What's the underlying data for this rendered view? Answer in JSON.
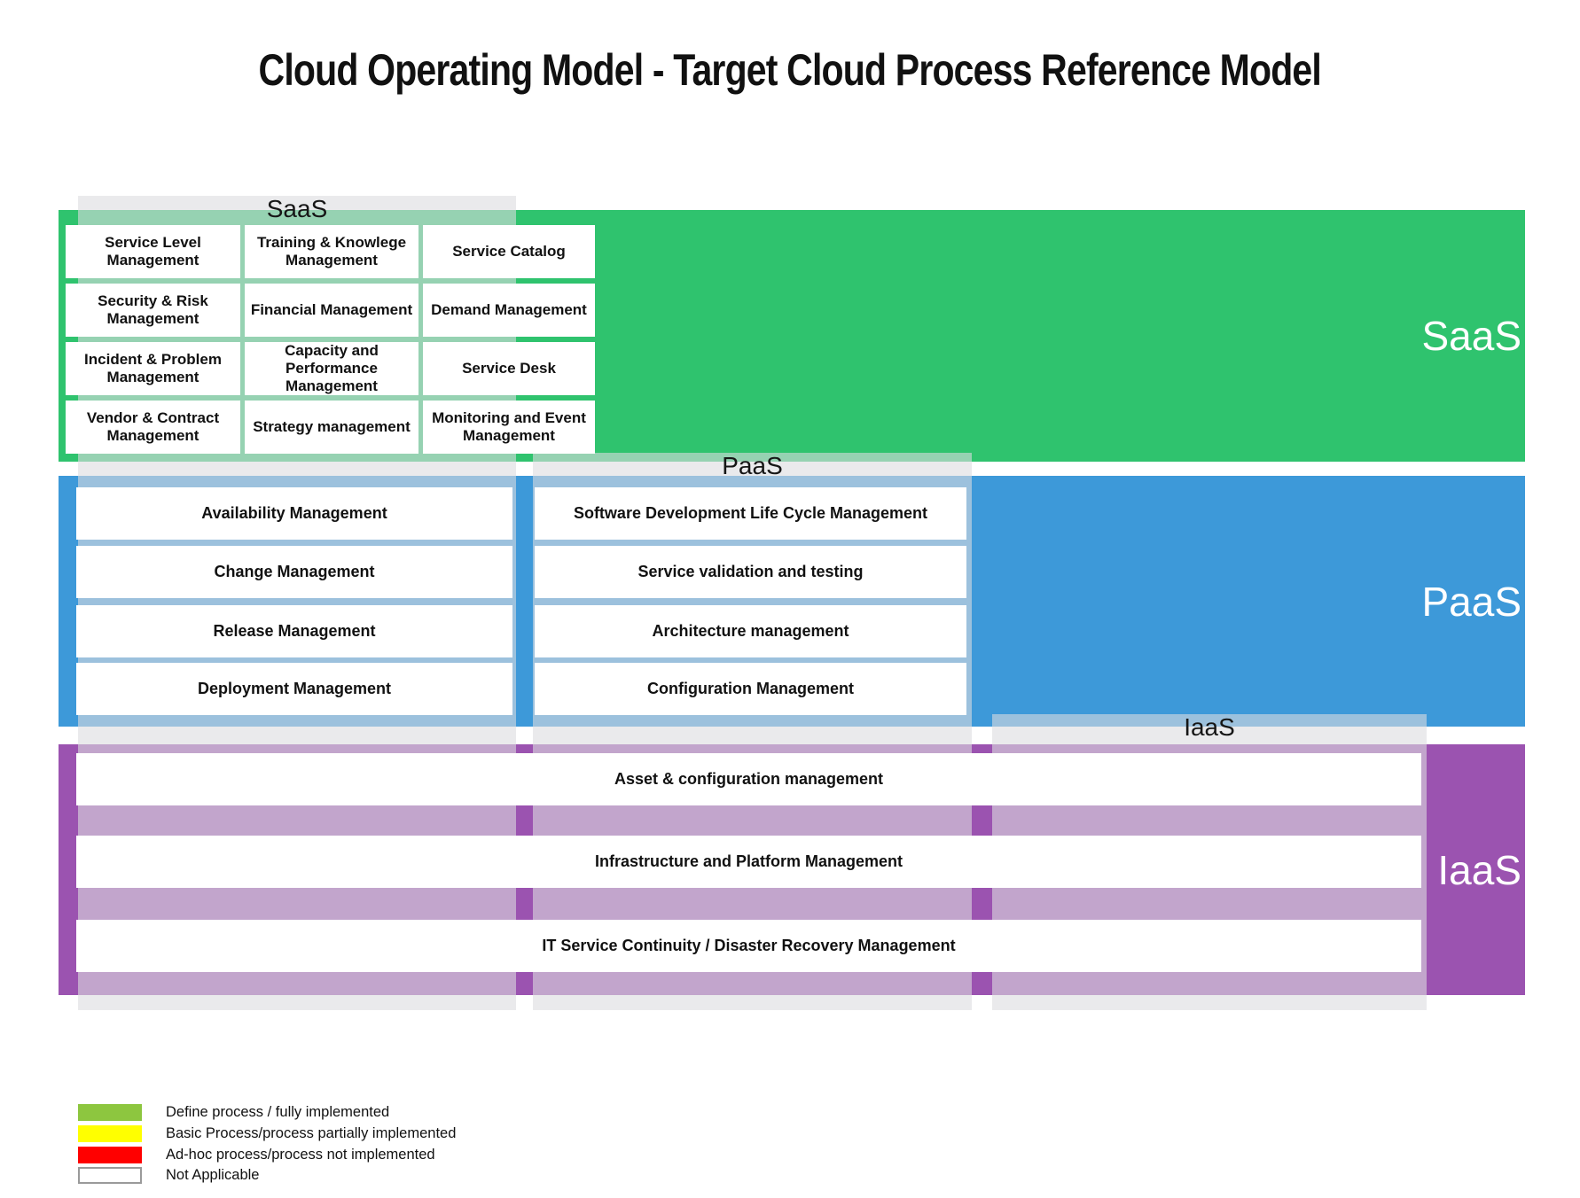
{
  "title": "Cloud Operating Model - Target Cloud Process Reference Model",
  "saas": {
    "header": "SaaS",
    "side_label": "SaaS",
    "color": "#2fc36e",
    "boxes": [
      "Service Level Management",
      "Training & Knowlege Management",
      "Service Catalog",
      "Security & Risk Management",
      "Financial Management",
      "Demand Management",
      "Incident & Problem Management",
      "Capacity and Performance Management",
      "Service Desk",
      "Vendor  & Contract Management",
      "Strategy management",
      "Monitoring and Event Management"
    ]
  },
  "paas": {
    "header": "PaaS",
    "side_label": "PaaS",
    "color": "#3d99d9",
    "left_boxes": [
      "Availability Management",
      "Change Management",
      "Release Management",
      "Deployment Management"
    ],
    "right_boxes": [
      "Software Development Life Cycle Management",
      "Service validation and testing",
      "Architecture management",
      "Configuration Management"
    ]
  },
  "iaas": {
    "header": "IaaS",
    "side_label": "IaaS",
    "color": "#9b53b0",
    "boxes": [
      "Asset & configuration management",
      "Infrastructure and Platform Management",
      "IT Service Continuity / Disaster Recovery Management"
    ]
  },
  "legend": {
    "items": [
      {
        "label": "Define process / fully implemented",
        "color": "#8DC63F"
      },
      {
        "label": "Basic Process/process partially implemented",
        "color": "#FFFF00"
      },
      {
        "label": "Ad-hoc process/process not implemented",
        "color": "#FF0000"
      },
      {
        "label": "Not Applicable",
        "color": "#FFFFFF"
      }
    ]
  }
}
